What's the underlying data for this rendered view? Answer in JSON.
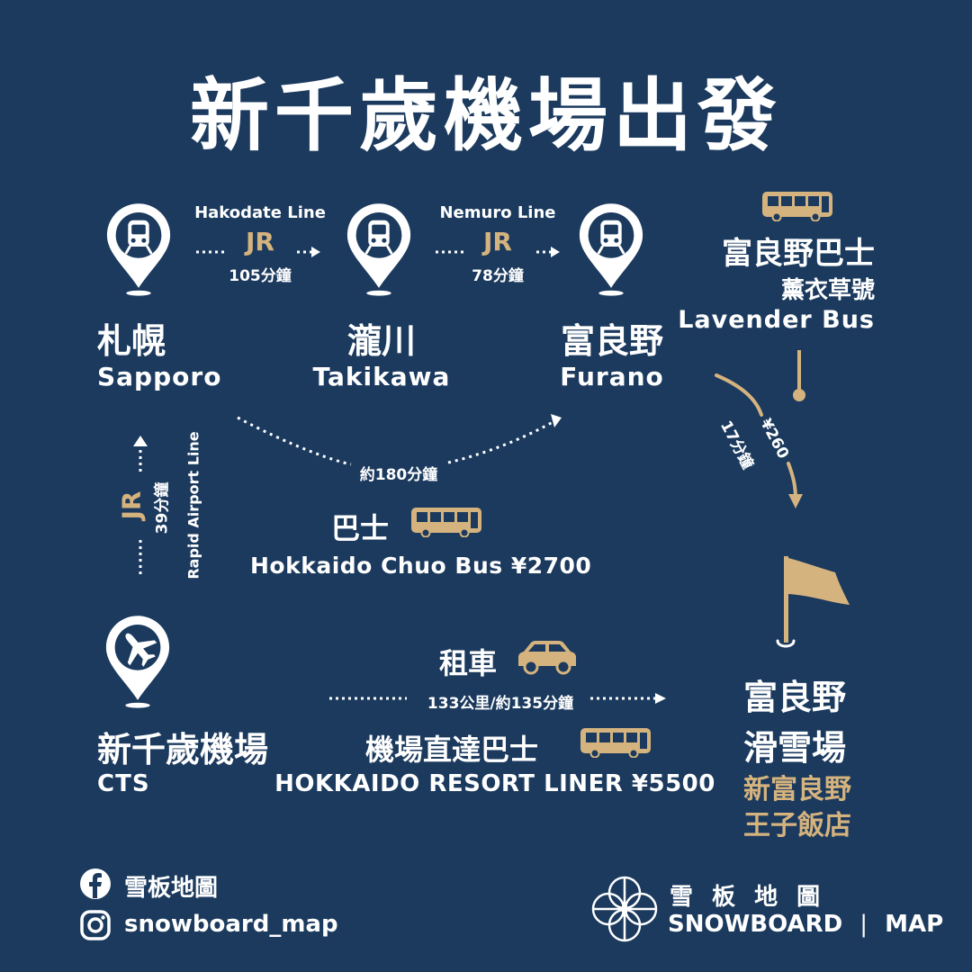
{
  "title": "新千歲機場出發",
  "stations": {
    "sapporo": {
      "zh": "札幌",
      "en": "Sapporo"
    },
    "takikawa": {
      "zh": "瀧川",
      "en": "Takikawa"
    },
    "furano": {
      "zh": "富良野",
      "en": "Furano"
    },
    "airport": {
      "zh": "新千歲機場",
      "en": "CTS"
    }
  },
  "routes": {
    "hakodate": {
      "line": "Hakodate Line",
      "operator": "JR",
      "duration": "105分鐘"
    },
    "nemuro": {
      "line": "Nemuro Line",
      "operator": "JR",
      "duration": "78分鐘"
    },
    "rapid": {
      "line": "Rapid Airport Line",
      "operator": "JR",
      "duration": "39分鐘"
    },
    "chuo_bus": {
      "duration": "約180分鐘",
      "label_zh": "巴士",
      "label_en": "Hokkaido Chuo Bus ¥2700"
    },
    "lavender": {
      "name_zh": "富良野巴士",
      "sub_zh": "薰衣草號",
      "name_en": "Lavender Bus",
      "duration": "17分鐘",
      "price": "¥260"
    },
    "car": {
      "label_zh": "租車",
      "distance": "133公里/約135分鐘"
    },
    "liner": {
      "label_zh": "機場直達巴士",
      "label_en": "HOKKAIDO RESORT LINER ¥5500"
    }
  },
  "destination": {
    "line1": "富良野",
    "line2": "滑雪場",
    "hotel1": "新富良野",
    "hotel2": "王子飯店"
  },
  "footer": {
    "facebook": "雪板地圖",
    "instagram": "snowboard_map",
    "brand_zh": "雪 板 地 圖",
    "brand_en_1": "SNOWBOARD",
    "brand_sep": "|",
    "brand_en_2": "MAP"
  },
  "colors": {
    "background": "#1b3a5e",
    "accent": "#d5b37e",
    "text": "#ffffff"
  },
  "icons": [
    "train-icon",
    "airplane-icon",
    "bus-icon",
    "car-icon",
    "flag-icon",
    "facebook-icon",
    "instagram-icon",
    "snowflake-logo-icon"
  ]
}
